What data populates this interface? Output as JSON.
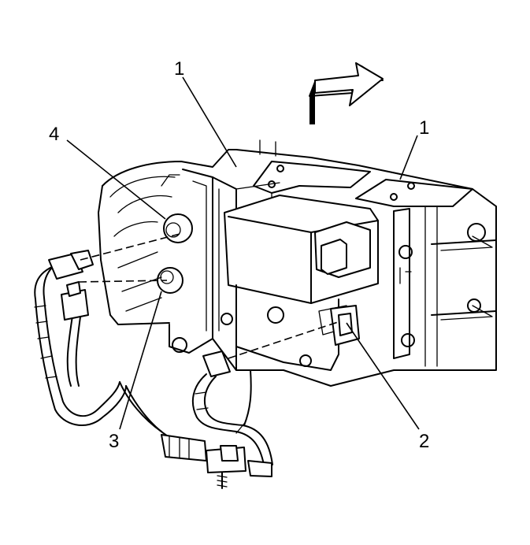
{
  "diagram": {
    "callouts": [
      {
        "id": "callout-1a",
        "label": "1"
      },
      {
        "id": "callout-1b",
        "label": "1"
      },
      {
        "id": "callout-4",
        "label": "4"
      },
      {
        "id": "callout-3",
        "label": "3"
      },
      {
        "id": "callout-2",
        "label": "2"
      }
    ],
    "direction_arrow": "arrow-icon",
    "colors": {
      "ink": "#000000",
      "paper": "#ffffff"
    }
  }
}
